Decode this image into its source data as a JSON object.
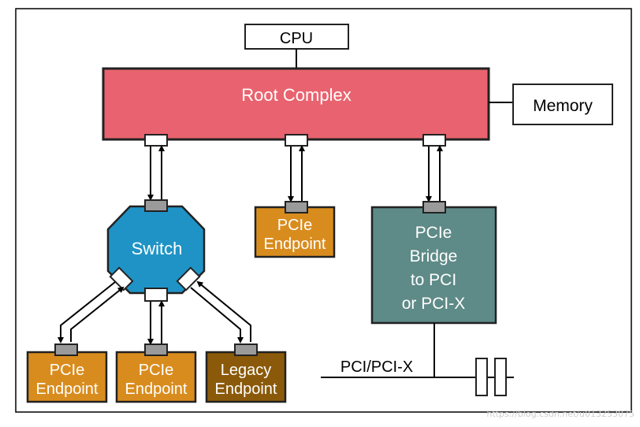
{
  "diagram": {
    "cpu": "CPU",
    "root_complex": "Root Complex",
    "memory": "Memory",
    "switch": "Switch",
    "endpoint_center": [
      "PCIe",
      "Endpoint"
    ],
    "bridge": [
      "PCIe",
      "Bridge",
      "to PCI",
      "or PCI-X"
    ],
    "endpoint_left": [
      "PCIe",
      "Endpoint"
    ],
    "endpoint_middle": [
      "PCIe",
      "Endpoint"
    ],
    "legacy_endpoint": [
      "Legacy",
      "Endpoint"
    ],
    "bus_label": "PCI/PCI-X",
    "watermark": "https://blog.csdn.net/u013253075"
  },
  "colors": {
    "root_complex": "#e8636f",
    "switch": "#1f93c6",
    "pcie_endpoint": "#d98c1e",
    "legacy_endpoint": "#8a5a0a",
    "bridge": "#5e8a87",
    "port": "#9a9a9a"
  }
}
